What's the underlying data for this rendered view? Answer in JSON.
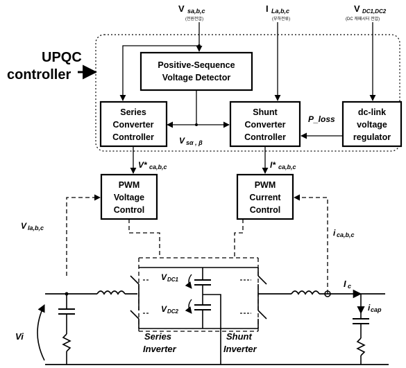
{
  "title": {
    "line1": "UPQC",
    "line2": "controller"
  },
  "inputs": {
    "vs": {
      "main": "V",
      "sub": "sa,b,c",
      "note": "(전원전압)"
    },
    "il": {
      "main": "I",
      "sub": "La,b,c",
      "note": "(부하전류)"
    },
    "vdc": {
      "main": "V",
      "sub": "DC1,DC2",
      "note": "(DC 캐패시터 전압)"
    }
  },
  "boxes": {
    "psd": {
      "line1": "Positive-Sequence",
      "line2": "Voltage Detector"
    },
    "scc": {
      "line1": "Series",
      "line2": "Converter",
      "line3": "Controller"
    },
    "shcc": {
      "line1": "Shunt",
      "line2": "Converter",
      "line3": "Controller"
    },
    "dcl": {
      "line1": "dc-link",
      "line2": "voltage",
      "line3": "regulator"
    },
    "pwmv": {
      "line1": "PWM",
      "line2": "Voltage",
      "line3": "Control"
    },
    "pwmc": {
      "line1": "PWM",
      "line2": "Current",
      "line3": "Control"
    }
  },
  "signals": {
    "ploss": "P_loss",
    "vsab_main": "V",
    "vsab_sub": "sα , β",
    "vca_main": "V*",
    "vca_sub": "ca,b,c",
    "ica_main": "I*",
    "ica_sub": "ca,b,c",
    "vla_main": "V",
    "vla_sub": "la,b,c",
    "icabc_main": "i",
    "icabc_sub": "ca,b,c",
    "vdc1_main": "V",
    "vdc1_sub": "DC1",
    "vdc2_main": "V",
    "vdc2_sub": "DC2",
    "ic_main": "I",
    "ic_sub": "c",
    "icap_main": "i",
    "icap_sub": "cap",
    "vi": "Vi"
  },
  "inverters": {
    "series": {
      "line1": "Series",
      "line2": "Inverter"
    },
    "shunt": {
      "line1": "Shunt",
      "line2": "Inverter"
    }
  }
}
